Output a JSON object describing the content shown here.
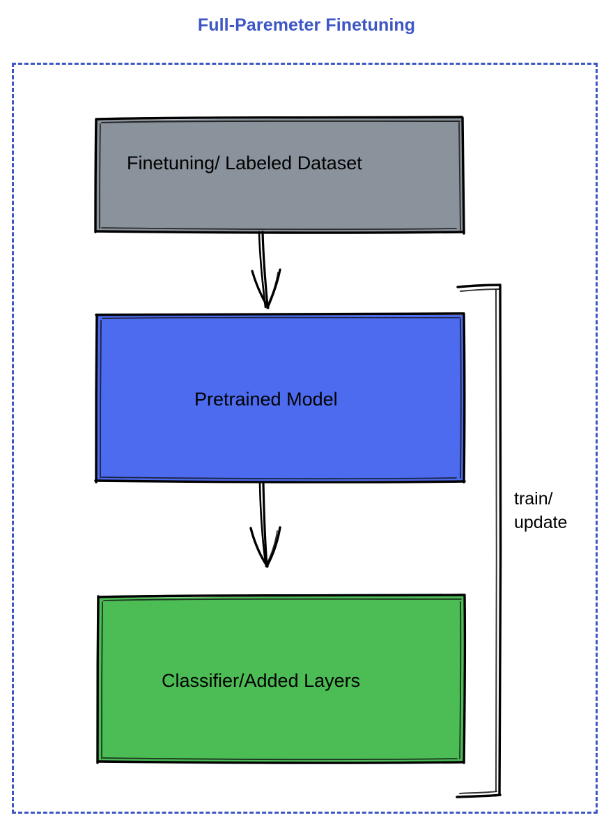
{
  "diagram": {
    "title": "Full-Paremeter Finetuning",
    "title_color": "#3d56c4",
    "frame": {
      "style": "dashed",
      "color": "#3d56c4"
    },
    "nodes": [
      {
        "id": "dataset",
        "label": "Finetuning/ Labeled Dataset",
        "fill": "#8a929c",
        "stroke": "#000000",
        "text_color": "#000000"
      },
      {
        "id": "pretrained",
        "label": "Pretrained Model",
        "fill": "#4c6bef",
        "stroke": "#000000",
        "text_color": "#000000"
      },
      {
        "id": "classifier",
        "label": "Classifier/Added Layers",
        "fill": "#4cbc55",
        "stroke": "#000000",
        "text_color": "#000000"
      }
    ],
    "edges": [
      {
        "id": "dataset-to-pretrained",
        "from": "dataset",
        "to": "pretrained",
        "label": "",
        "arrow": true
      },
      {
        "id": "pretrained-to-classifier",
        "from": "pretrained",
        "to": "classifier",
        "label": "",
        "arrow": true
      },
      {
        "id": "feedback-loop",
        "from": "classifier",
        "to": "pretrained",
        "label": "train/\nupdate",
        "arrow": false
      }
    ]
  }
}
